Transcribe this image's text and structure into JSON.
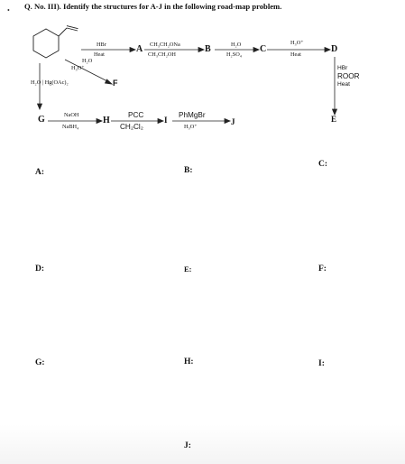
{
  "header": {
    "dot": "•",
    "title": "Q. No. III).  Identify the structures for A-J in the following road-map problem."
  },
  "scheme": {
    "labels": {
      "A": "A",
      "B": "B",
      "C": "C",
      "D": "D",
      "E": "E",
      "F": "F",
      "G": "G",
      "H": "H",
      "I": "I",
      "J": "J"
    },
    "arrow_start_to_A": {
      "top": "HBr",
      "bottom": "Heat"
    },
    "arrow_A_to_B": {
      "top": "CH₃CH₂ONa",
      "bottom": "CH₃CH₂OH"
    },
    "arrow_B_to_C": {
      "top": "H₂O",
      "bottom": "H₂SO₄"
    },
    "arrow_C_to_D": {
      "top": "H₃O⁺",
      "bottom": "Heat"
    },
    "arrow_start_to_F": {
      "line1": "H₂O",
      "line2": "H₃O⁺"
    },
    "arrow_start_to_G": {
      "text": "H₂O | Hg(OAc)₂"
    },
    "arrow_D_to_E": {
      "line1": "HBr",
      "line2": "ROOR",
      "line3": "Heat"
    },
    "arrow_G_to_H": {
      "top": "NaOH",
      "bottom": "NaBH₄"
    },
    "arrow_H_to_I": {
      "top": "PCC",
      "bottom": "CH₂Cl₂"
    },
    "arrow_I_to_J": {
      "top": "PhMgBr",
      "bottom": "H₃O⁺"
    }
  },
  "answers": [
    {
      "label": "A:"
    },
    {
      "label": "B:"
    },
    {
      "label": "C:"
    },
    {
      "label": "D:"
    },
    {
      "label": "E:"
    },
    {
      "label": "F:"
    },
    {
      "label": "G:"
    },
    {
      "label": "H:"
    },
    {
      "label": "I:"
    },
    {
      "label": "J:"
    }
  ]
}
